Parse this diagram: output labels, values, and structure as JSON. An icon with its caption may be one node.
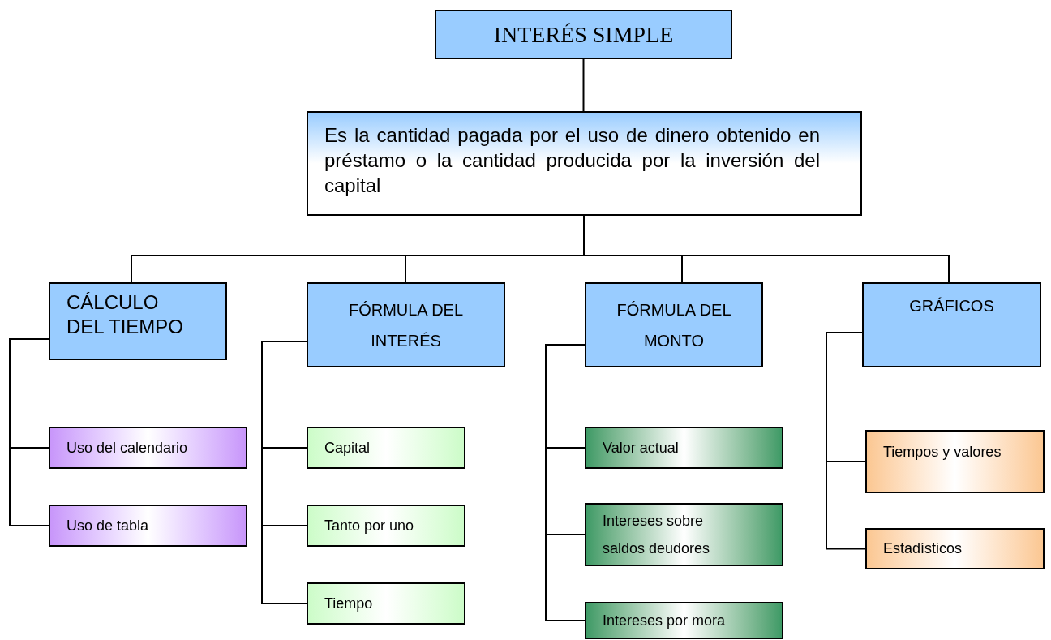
{
  "diagram": {
    "nodes": [
      {
        "text": [
          "INTERÉS SIMPLE"
        ]
      },
      {
        "text": [
          "Es la cantidad pagada por el uso de dinero obtenido en préstamo o la cantidad producida por la inversión del capital"
        ]
      },
      {
        "text": [
          "CÁLCULO DEL TIEMPO"
        ]
      },
      {
        "text": [
          "FÓRMULA DEL INTERÉS"
        ]
      },
      {
        "text": [
          "FÓRMULA DEL MONTO"
        ]
      },
      {
        "text": [
          "GRÁFICOS"
        ]
      },
      {
        "text": [
          "Uso del calendario"
        ]
      },
      {
        "text": [
          "Uso de tabla"
        ]
      },
      {
        "text": [
          "Capital"
        ]
      },
      {
        "text": [
          "Tanto por uno"
        ]
      },
      {
        "text": [
          "Tiempo"
        ]
      },
      {
        "text": [
          "Valor actual"
        ]
      },
      {
        "text": [
          "Intereses sobre saldos deudores"
        ]
      },
      {
        "text": [
          "Intereses por mora"
        ]
      },
      {
        "text": [
          "Tiempos y valores"
        ]
      },
      {
        "text": [
          "Estadísticos"
        ]
      }
    ],
    "edges": [
      {
        "from": 0,
        "to": 1,
        "arrow": "none"
      },
      {
        "from": 1,
        "to": 2,
        "arrow": "none"
      },
      {
        "from": 1,
        "to": 3,
        "arrow": "none"
      },
      {
        "from": 1,
        "to": 4,
        "arrow": "none"
      },
      {
        "from": 1,
        "to": 5,
        "arrow": "none"
      },
      {
        "from": 2,
        "to": 6,
        "arrow": "none"
      },
      {
        "from": 2,
        "to": 7,
        "arrow": "none"
      },
      {
        "from": 3,
        "to": 8,
        "arrow": "none"
      },
      {
        "from": 3,
        "to": 9,
        "arrow": "none"
      },
      {
        "from": 3,
        "to": 10,
        "arrow": "none"
      },
      {
        "from": 4,
        "to": 11,
        "arrow": "none"
      },
      {
        "from": 4,
        "to": 12,
        "arrow": "none"
      },
      {
        "from": 4,
        "to": 13,
        "arrow": "none"
      },
      {
        "from": 5,
        "to": 14,
        "arrow": "none"
      },
      {
        "from": 5,
        "to": 15,
        "arrow": "none"
      }
    ]
  }
}
